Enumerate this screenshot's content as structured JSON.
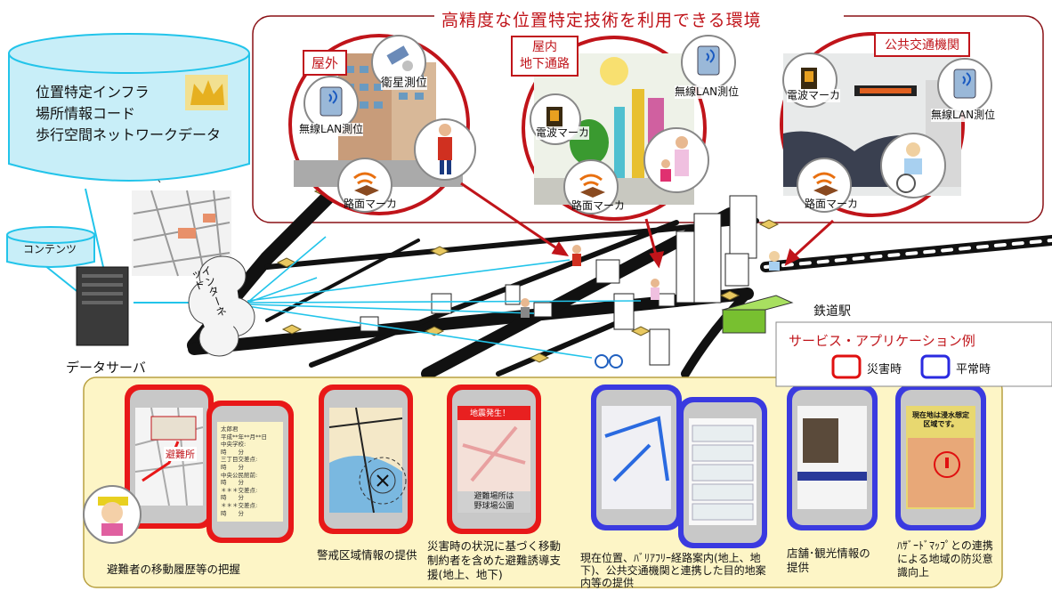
{
  "top_title": "高精度な位置特定技術を利用できる環境",
  "cylinder_lines": [
    "位置特定インフラ",
    "場所情報コード",
    "歩行空間ネットワークデータ"
  ],
  "contents_label": "コンテンツ",
  "data_server_label": "データサーバ",
  "internet_label": "インターネット",
  "railway_station_label": "鉄道駅",
  "scenes": {
    "outdoor": {
      "title": "屋外",
      "satellite": "衛星測位",
      "wlan": "無線LAN測位",
      "marker": "路面マーカ"
    },
    "indoor": {
      "title_line1": "屋内",
      "title_line2": "地下通路",
      "radio": "電波マーカ",
      "wlan": "無線LAN測位",
      "marker": "路面マーカ"
    },
    "transit": {
      "title": "公共交通機関",
      "radio": "電波マーカ",
      "wlan": "無線LAN測位",
      "marker": "路面マーカ"
    }
  },
  "legend": {
    "title": "サービス・アプリケーション例",
    "disaster": "災害時",
    "normal": "平常時",
    "disaster_color": "#e01010",
    "normal_color": "#2a2ae0"
  },
  "phone_screens": {
    "shelter": "避難所",
    "log_title": "太郎君",
    "log_lines": [
      "平成**年**月**日",
      "中央学校:",
      "時　　分",
      "三丁目交差点:",
      "時　　分",
      "中央公民館前:",
      "時　　分",
      "＊＊＊交差点:",
      "時　　分",
      "＊＊＊交差点:",
      "時　　分"
    ],
    "alert": "地震発生！",
    "evac_msg_1": "避難場所は",
    "evac_msg_2": "野球場公園",
    "hazard_msg": "現在地は浸水想定区域です。"
  },
  "captions": {
    "c1": "避難者の移動履歴等の把握",
    "c2": "警戒区域情報の提供",
    "c3": "災害時の状況に基づく移動制約者を含めた避難誘導支援(地上、地下)",
    "c4": "現在位置、ﾊﾞﾘｱﾌﾘｰ経路案内(地上、地下)、公共交通機関と連携した目的地案内等の提供",
    "c5": "店舗･観光情報の提供",
    "c6": "ﾊｻﾞｰﾄﾞﾏｯﾌﾟとの連携による地域の防災意識向上"
  },
  "colors": {
    "scene_border": "#c0141a",
    "panel_bg": "#fdf5c6",
    "panel_border": "#b8a040",
    "cyan": "#22c4ea",
    "disaster": "#e01010",
    "normal": "#2a2ae0"
  }
}
